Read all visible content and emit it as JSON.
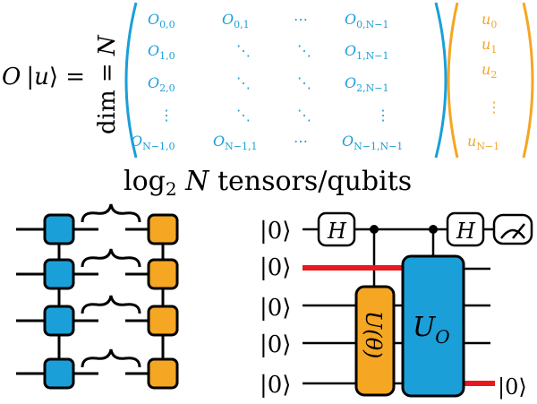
{
  "equation": {
    "lhs": "O |u⟩ =",
    "dim_label": "dim = N",
    "matrix": [
      [
        "O0,0",
        "O0,1",
        "⋯",
        "O0,N−1"
      ],
      [
        "O1,0",
        "⋱",
        "⋱",
        "O1,N−1"
      ],
      [
        "O2,0",
        "⋱",
        "⋱",
        "O2,N−1"
      ],
      [
        "⋮",
        "⋱",
        "⋱",
        "⋮"
      ],
      [
        "ON−1,0",
        "ON−1,1",
        "⋯",
        "ON−1,N−1"
      ]
    ],
    "vector": [
      "u0",
      "u1",
      "u2",
      "⋮",
      "uN−1"
    ]
  },
  "caption": "log2 N tensors/qubits",
  "circuit": {
    "inputs": [
      "|0⟩",
      "|0⟩",
      "|0⟩",
      "|0⟩",
      "|0⟩"
    ],
    "gate_h1": "H",
    "gate_h2": "H",
    "gate_u_theta": "U(θ)",
    "gate_uo": "UO",
    "output": "|0⟩"
  },
  "colors": {
    "blue": "#1a9fd8",
    "orange": "#f5a623",
    "red": "#e8191e"
  }
}
